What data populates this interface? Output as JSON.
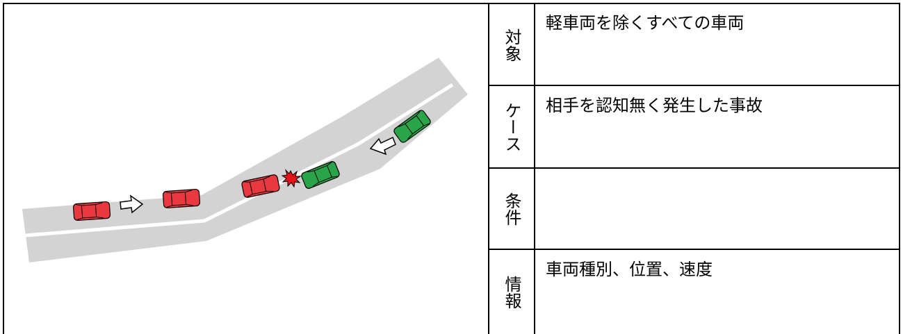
{
  "table": {
    "rows": [
      {
        "label": "対象",
        "value": "軽車両を除くすべての車両"
      },
      {
        "label": "ケース",
        "value": "相手を認知無く発生した事故"
      },
      {
        "label": "条件",
        "value": ""
      },
      {
        "label": "情報",
        "value": "車両種別、位置、速度"
      }
    ]
  },
  "diagram": {
    "road_color": "#d3d3d3",
    "lane_line_color": "#ffffff",
    "vehicle_a_color": "#e8393f",
    "vehicle_b_color": "#29a448",
    "impact_color": "#e5141b"
  }
}
